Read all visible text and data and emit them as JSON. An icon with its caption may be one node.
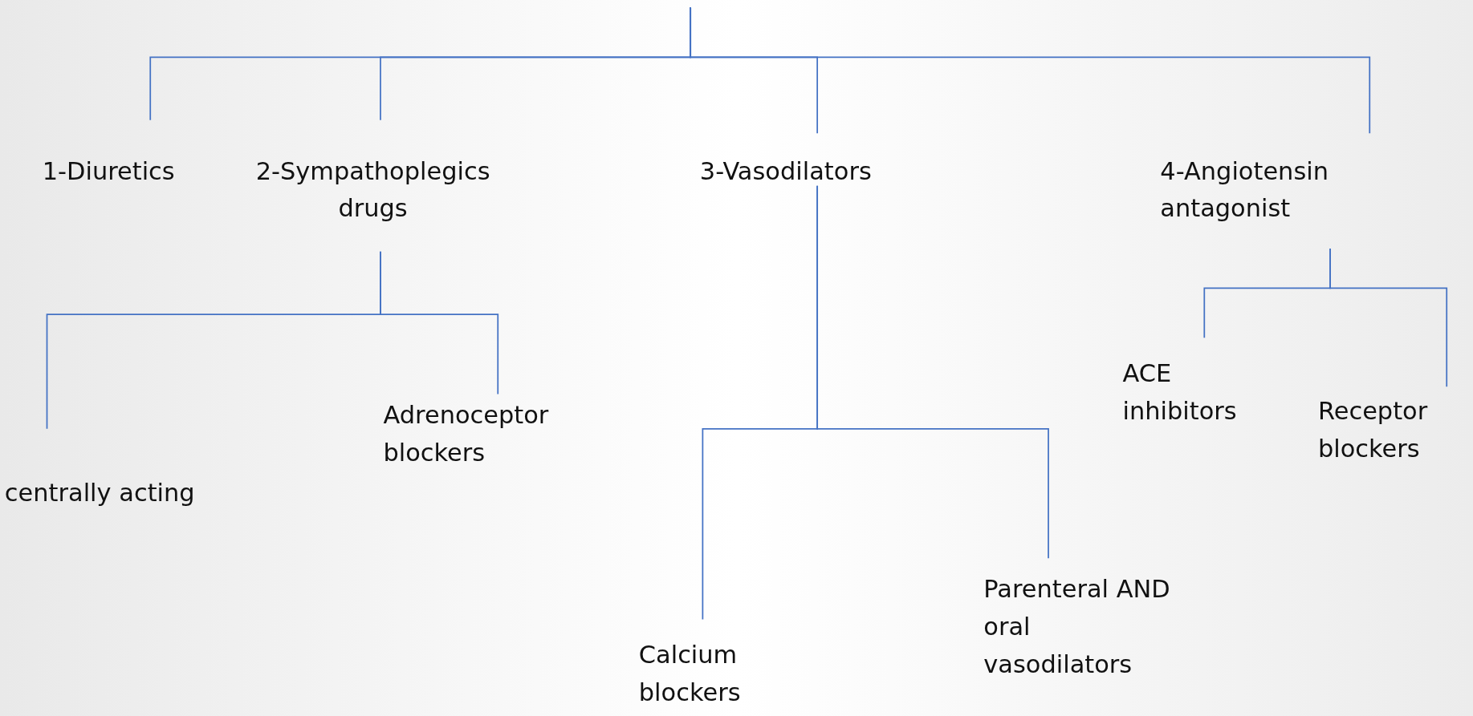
{
  "diagram": {
    "nodes": [
      {
        "text": [
          "1-Diuretics"
        ]
      },
      {
        "text": [
          "2-Sympathoplegics drugs"
        ]
      },
      {
        "text": [
          "3-Vasodilators"
        ]
      },
      {
        "text": [
          "4-Angiotensin antagonist"
        ]
      },
      {
        "text": [
          "centrally acting"
        ]
      },
      {
        "text": [
          "Adrenoceptor blockers"
        ]
      },
      {
        "text": [
          "ACE inhibitors"
        ]
      },
      {
        "text": [
          "Receptor blockers"
        ]
      },
      {
        "text": [
          "Parenteral AND oral vasodilators"
        ]
      },
      {
        "text": [
          "Calcium blockers"
        ]
      }
    ],
    "edges": [
      {
        "from": null,
        "to": 0,
        "arrow": "none"
      },
      {
        "from": null,
        "to": 1,
        "arrow": "none"
      },
      {
        "from": null,
        "to": 2,
        "arrow": "none"
      },
      {
        "from": null,
        "to": 3,
        "arrow": "none"
      },
      {
        "from": 1,
        "to": 4,
        "arrow": "none"
      },
      {
        "from": 1,
        "to": 5,
        "arrow": "none"
      },
      {
        "from": 2,
        "to": 9,
        "arrow": "none"
      },
      {
        "from": 2,
        "to": 8,
        "arrow": "none"
      },
      {
        "from": 3,
        "to": 6,
        "arrow": "none"
      },
      {
        "from": 3,
        "to": 7,
        "arrow": "none"
      }
    ]
  }
}
